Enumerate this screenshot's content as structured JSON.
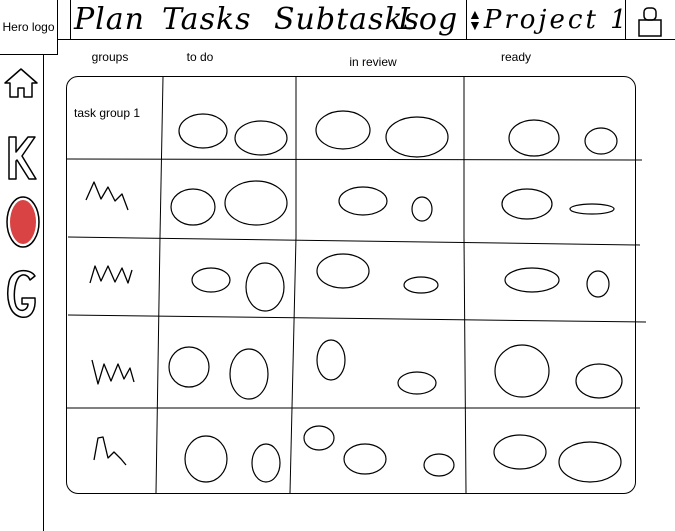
{
  "brand": {
    "logo_text": "Hero logo"
  },
  "nav": {
    "tabs": [
      {
        "label": "Plan"
      },
      {
        "label": "Tasks"
      },
      {
        "label": "Subtasks"
      },
      {
        "label": "Log"
      }
    ],
    "project_selector": {
      "value": "Project 1"
    }
  },
  "sidebar": {
    "items": [
      {
        "icon": "home-icon"
      },
      {
        "icon": "letter-k-icon"
      },
      {
        "icon": "red-circle-icon",
        "color": "#d42222"
      },
      {
        "icon": "letter-g-icon"
      }
    ]
  },
  "board": {
    "columns": [
      {
        "label": "groups"
      },
      {
        "label": "to do"
      },
      {
        "label": "in review"
      },
      {
        "label": "ready"
      }
    ],
    "first_group_label": "task group 1"
  }
}
